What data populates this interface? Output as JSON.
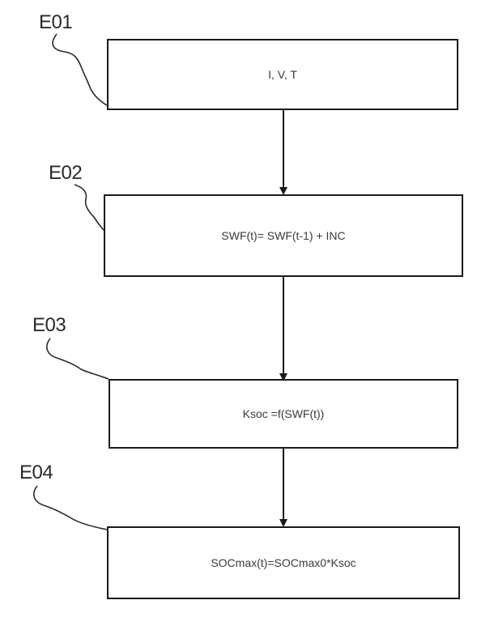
{
  "steps": [
    {
      "id": "E01",
      "text": "I, V, T"
    },
    {
      "id": "E02",
      "text": "SWF(t)= SWF(t-1) + INC"
    },
    {
      "id": "E03",
      "text": "Ksoc =f(SWF(t))"
    },
    {
      "id": "E04",
      "text": "SOCmax(t)=SOCmax0*Ksoc"
    }
  ]
}
